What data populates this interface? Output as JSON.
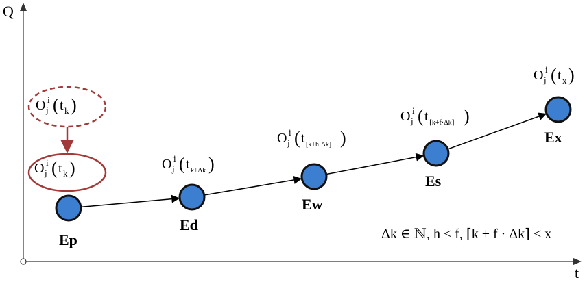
{
  "axes": {
    "x_label": "t",
    "y_label": "Q"
  },
  "nodes": [
    {
      "id": "ep",
      "name": "Ep",
      "label": {
        "sym": "O",
        "sup": "i",
        "sub": "j",
        "arg": "t",
        "arg_sub": "k"
      }
    },
    {
      "id": "ed",
      "name": "Ed",
      "label": {
        "sym": "O",
        "sup": "i",
        "sub": "j",
        "arg": "t",
        "arg_sub": "k+Δk"
      }
    },
    {
      "id": "ew",
      "name": "Ew",
      "label": {
        "sym": "O",
        "sup": "i",
        "sub": "j",
        "arg": "t",
        "arg_sub": "[k+h·Δk]"
      }
    },
    {
      "id": "es",
      "name": "Es",
      "label": {
        "sym": "O",
        "sup": "i",
        "sub": "j",
        "arg": "t",
        "arg_sub": "⌈k+f·Δk⌉"
      }
    },
    {
      "id": "ex",
      "name": "Ex",
      "label": {
        "sym": "O",
        "sup": "i",
        "sub": "j",
        "arg": "t",
        "arg_sub": "x"
      }
    }
  ],
  "ep_prior_label": {
    "sym": "O",
    "sup": "i",
    "sub": "j",
    "arg": "t",
    "arg_sub": "k"
  },
  "condition": "Δk ∈ ℕ, h < f, ⌈k + f · Δk⌉ < x",
  "colors": {
    "node_fill": "#3c7fd0",
    "node_stroke": "#111111",
    "ellipse_stroke": "#a33a3a",
    "axis": "#333333"
  }
}
